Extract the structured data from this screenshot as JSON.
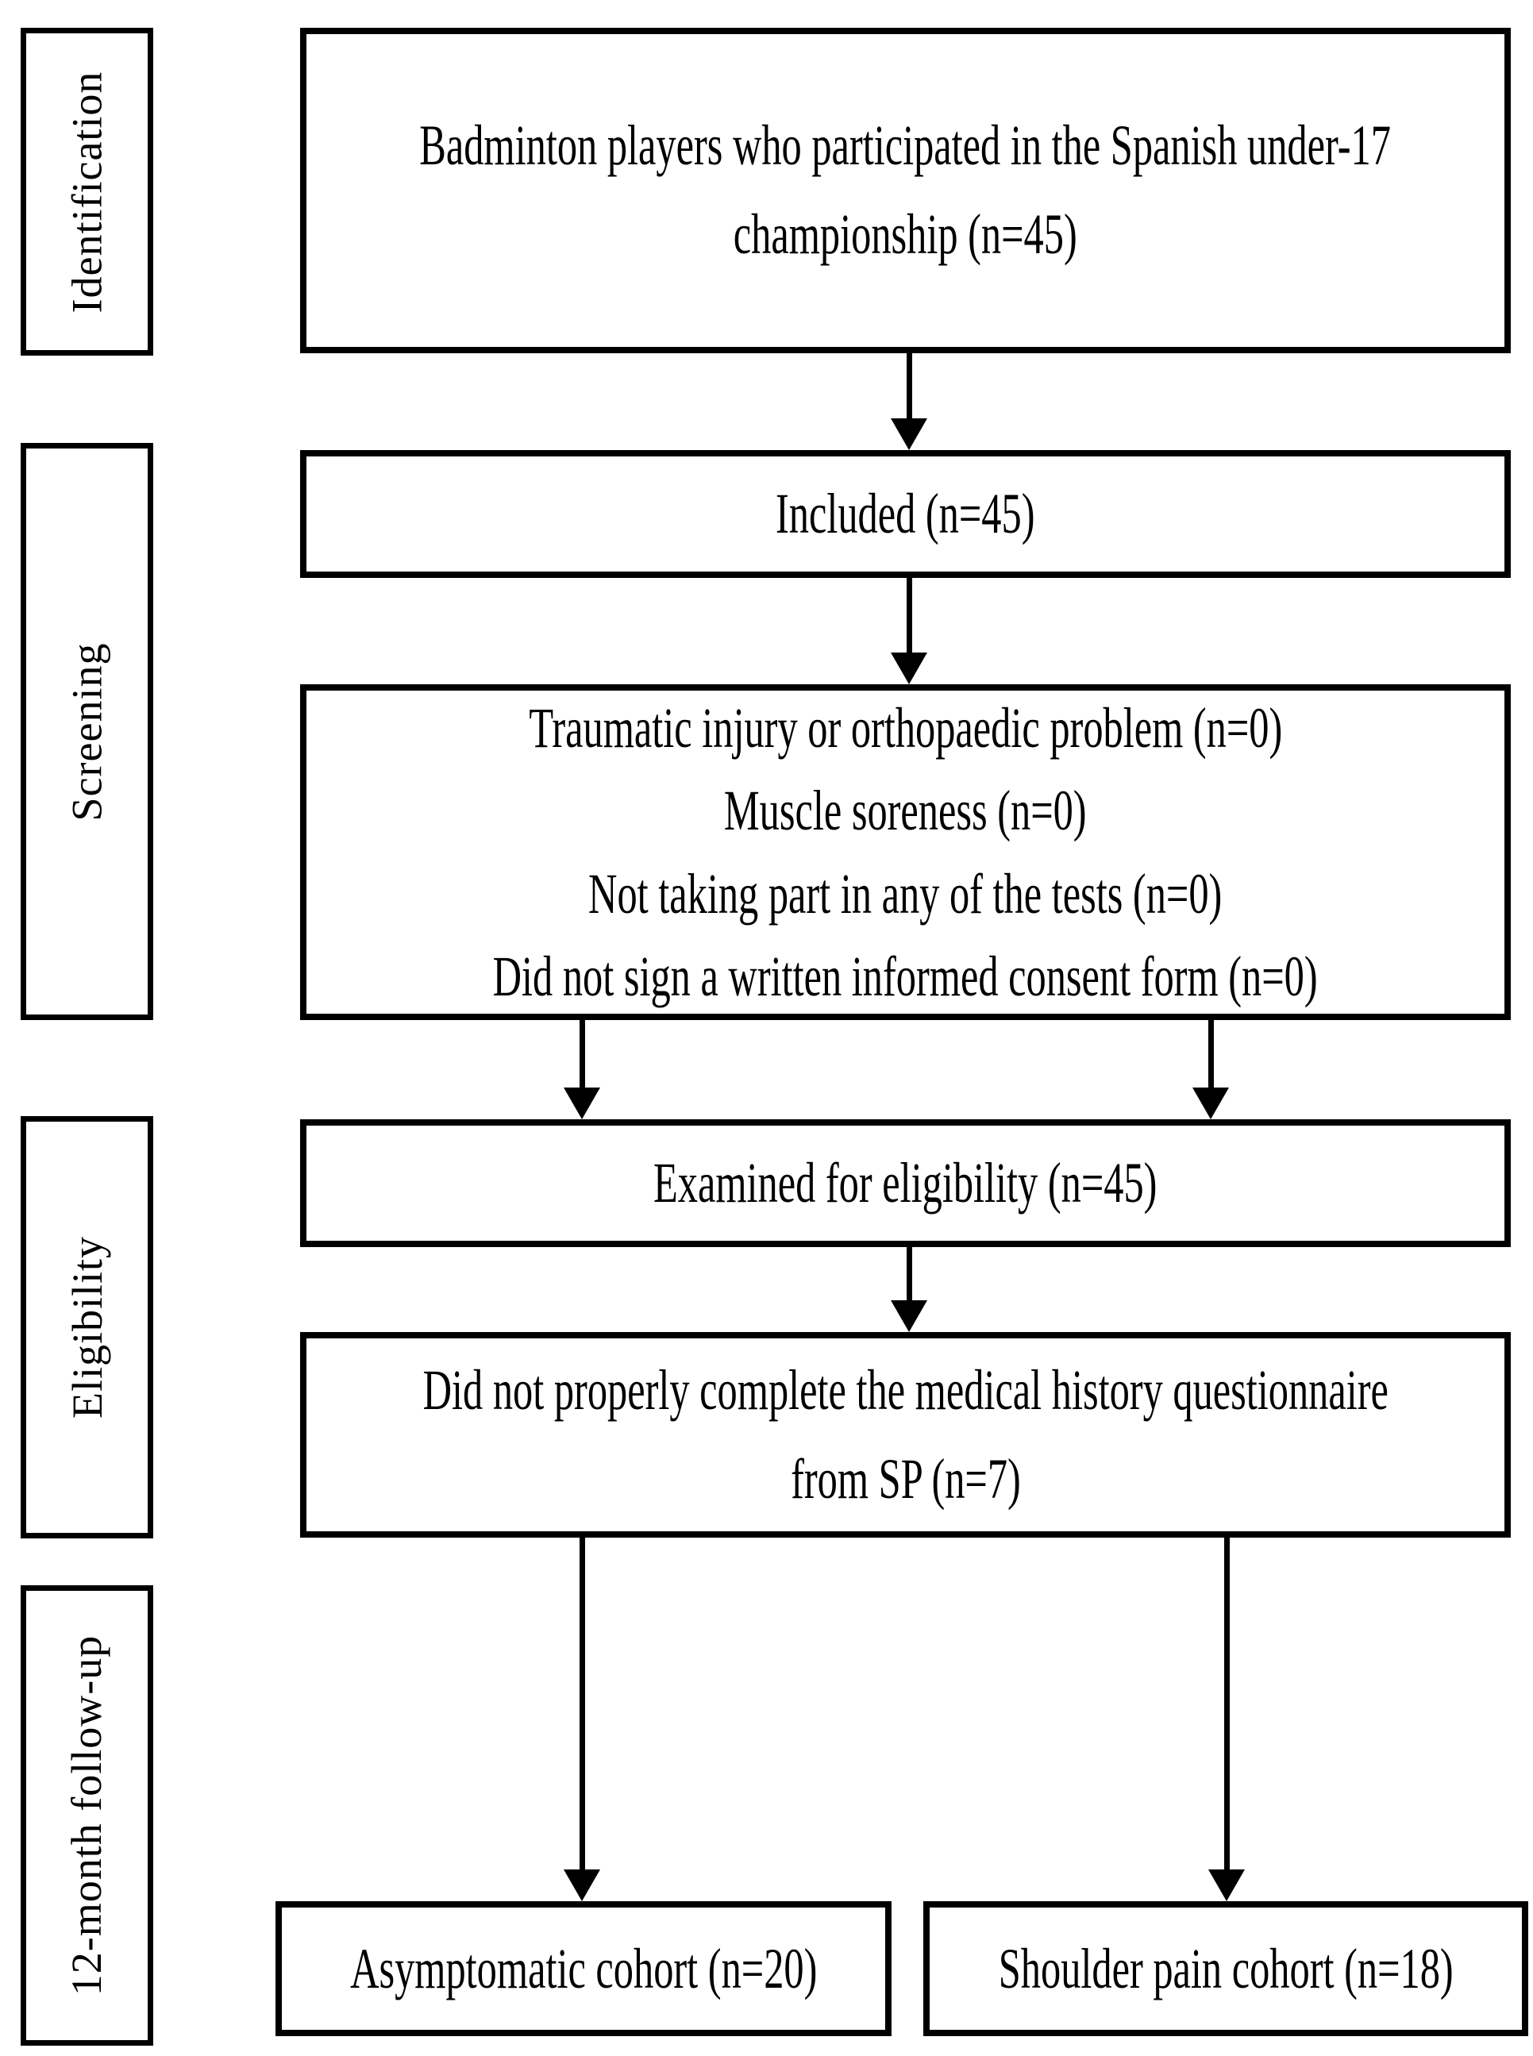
{
  "colors": {
    "ink": "#000000",
    "paper": "#ffffff"
  },
  "stages": [
    {
      "label": "Identification"
    },
    {
      "label": "Screening"
    },
    {
      "label": "Eligibility"
    },
    {
      "label": "12-month follow-up"
    }
  ],
  "flow": {
    "source": {
      "lines": [
        "Badminton players who participated in the Spanish under-17",
        "championship (n=45)"
      ]
    },
    "included": {
      "lines": [
        "Included (n=45)"
      ]
    },
    "screening_exclusions": {
      "lines": [
        "Traumatic injury or orthopaedic problem (n=0)",
        "Muscle soreness (n=0)",
        "Not taking part in any of the tests (n=0)",
        "Did not sign a written informed consent form (n=0)"
      ]
    },
    "examined": {
      "lines": [
        "Examined for eligibility (n=45)"
      ]
    },
    "questionnaire_exclusion": {
      "lines": [
        "Did not properly complete the medical history questionnaire",
        "from SP (n=7)"
      ]
    },
    "asymptomatic_cohort": {
      "lines": [
        "Asymptomatic cohort (n=20)"
      ]
    },
    "shoulder_pain_cohort": {
      "lines": [
        "Shoulder pain cohort (n=18)"
      ]
    }
  }
}
